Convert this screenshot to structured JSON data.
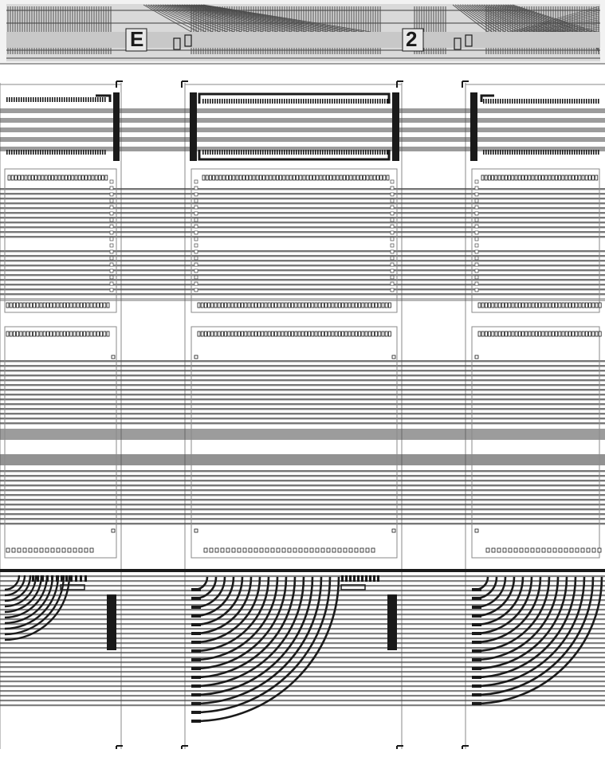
{
  "figure": {
    "colors": {
      "ink": "#1a1a1a",
      "ink_mid": "#4a4a4a",
      "ink_light": "#8a8a8a",
      "band_bg": "#d9d9d9",
      "paper": "#ffffff"
    },
    "header_band": {
      "reference_marks": [
        "E",
        "2"
      ]
    },
    "columns": [
      {
        "name": "left-column",
        "rail_side": "right"
      },
      {
        "name": "center-column",
        "rail_side": "both"
      },
      {
        "name": "right-column",
        "rail_side": "left"
      }
    ],
    "icons": [
      "alignment-corner-icon",
      "reference-glyph-icon"
    ]
  }
}
